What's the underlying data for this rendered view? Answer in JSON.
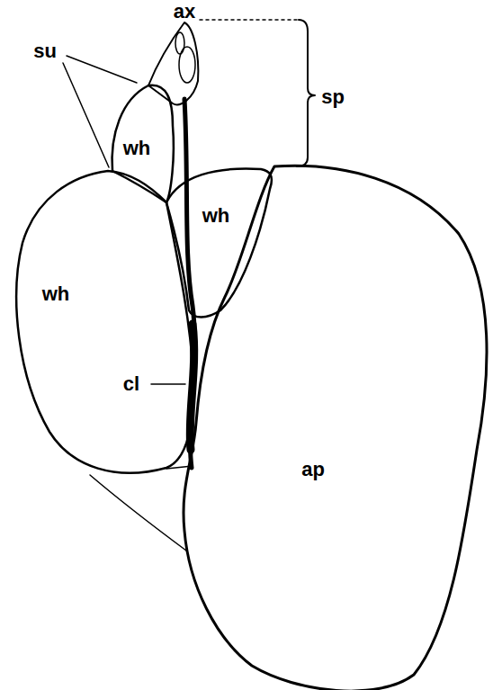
{
  "diagram": {
    "labels": [
      "ax",
      "su",
      "sp",
      "wh",
      "wh",
      "wh",
      "cl",
      "ap"
    ]
  }
}
